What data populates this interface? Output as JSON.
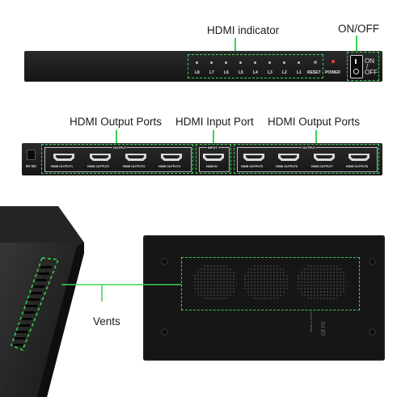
{
  "callouts": {
    "hdmi_indicator": "HDMI indicator",
    "on_off": "ON/OFF",
    "hdmi_output_ports_left": "HDMI Output Ports",
    "hdmi_input_port": "HDMI Input Port",
    "hdmi_output_ports_right": "HDMI Output Ports",
    "vents": "Vents"
  },
  "top_panel": {
    "led_labels": [
      "L8",
      "L7",
      "L6",
      "L5",
      "L4",
      "L3",
      "L2",
      "L1"
    ],
    "reset_label": "RESET",
    "power_label": "POWER",
    "switch_on": "ON",
    "switch_off": "OFF"
  },
  "back_panel": {
    "dc_label": "5V DC",
    "output_group_label": "OUTPUT",
    "input_group_label": "INPUT",
    "left_ports": [
      "HDMI OUTPUT1",
      "HDMI OUTPUT2",
      "HDMI OUTPUT3",
      "HDMI OUTPUT4"
    ],
    "input_port": "HDMI IN",
    "right_ports": [
      "HDMI OUTPUT5",
      "HDMI OUTPUT6",
      "HDMI OUTPUT7",
      "HDMI OUTPUT8"
    ]
  },
  "bottom_panel": {
    "made_in": "Made in China",
    "cert_marks": [
      "FC",
      "CE"
    ]
  },
  "colors": {
    "callout_green": "#39d353",
    "device_dark": "#1a1a1a"
  }
}
